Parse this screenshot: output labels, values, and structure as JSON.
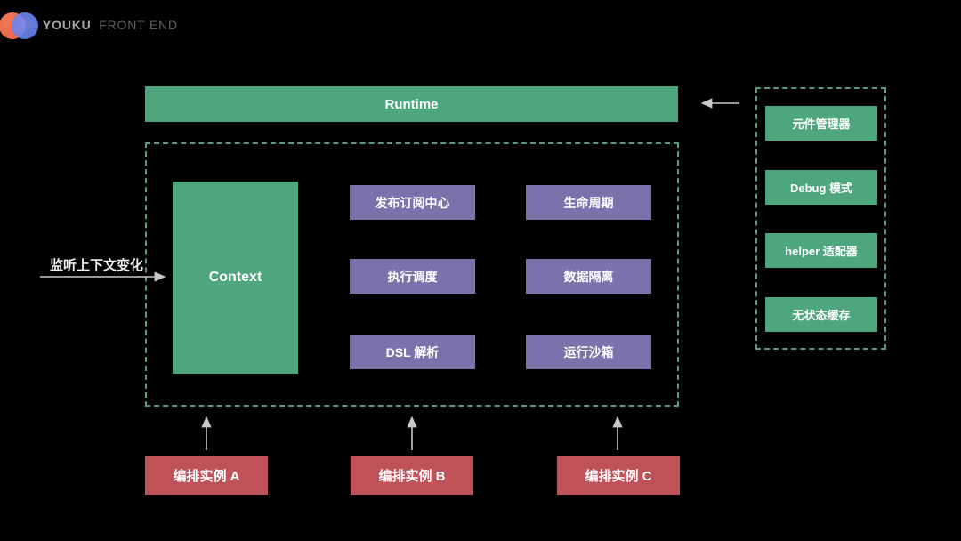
{
  "brand": {
    "name": "YOUKU",
    "suffix": "FRONT END"
  },
  "runtime_bar": {
    "label": "Runtime"
  },
  "context_box": {
    "label": "Context"
  },
  "annotations": {
    "context_listener": "监听上下文变化"
  },
  "core_modules": [
    {
      "label": "发布订阅中心"
    },
    {
      "label": "生命周期"
    },
    {
      "label": "执行调度"
    },
    {
      "label": "数据隔离"
    },
    {
      "label": "DSL 解析"
    },
    {
      "label": "运行沙箱"
    }
  ],
  "side_modules": [
    {
      "label": "元件管理器"
    },
    {
      "label": "Debug 模式"
    },
    {
      "label": "helper 适配器"
    },
    {
      "label": "无状态缓存"
    }
  ],
  "instances": [
    {
      "label": "编排实例 A"
    },
    {
      "label": "编排实例 B"
    },
    {
      "label": "编排实例 C"
    }
  ],
  "colors": {
    "bg": "#000000",
    "green": "#4ea67e",
    "purple": "#7a73ab",
    "red": "#bf5159",
    "dash_green": "#5b9a7d",
    "arrow": "#c9c9c9",
    "logo_red": "#e8604c",
    "logo_blue": "#5a7df2",
    "brand_text": "#a9a9a9",
    "brand_suffix": "#606060"
  }
}
